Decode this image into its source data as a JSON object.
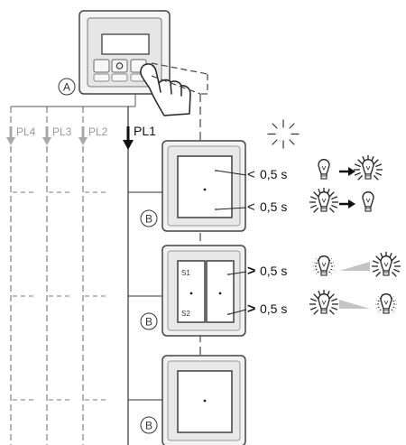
{
  "callouts": {
    "a": "A",
    "b": "B"
  },
  "priority_levels": [
    "PL4",
    "PL3",
    "PL2",
    "PL1"
  ],
  "press_rows": [
    {
      "sign": "<",
      "duration": "0,5 s",
      "from": "lamp-off-icon",
      "to": "lamp-on-icon",
      "transition": "arrow"
    },
    {
      "sign": "<",
      "duration": "0,5 s",
      "from": "lamp-on-icon",
      "to": "lamp-off-icon",
      "transition": "arrow"
    },
    {
      "sign": ">",
      "duration": "0,5 s",
      "from": "lamp-dim-icon",
      "to": "lamp-on-icon",
      "transition": "ramp-up"
    },
    {
      "sign": ">",
      "duration": "0,5 s",
      "from": "lamp-on-icon",
      "to": "lamp-dim-icon",
      "transition": "ramp-down"
    }
  ],
  "rocker_labels": {
    "top": "S1",
    "bottom": "S2"
  },
  "colors": {
    "line": "#1a1a1a",
    "gray": "#9a9a9a",
    "light": "#bdbdbd",
    "frame": "#555555"
  }
}
